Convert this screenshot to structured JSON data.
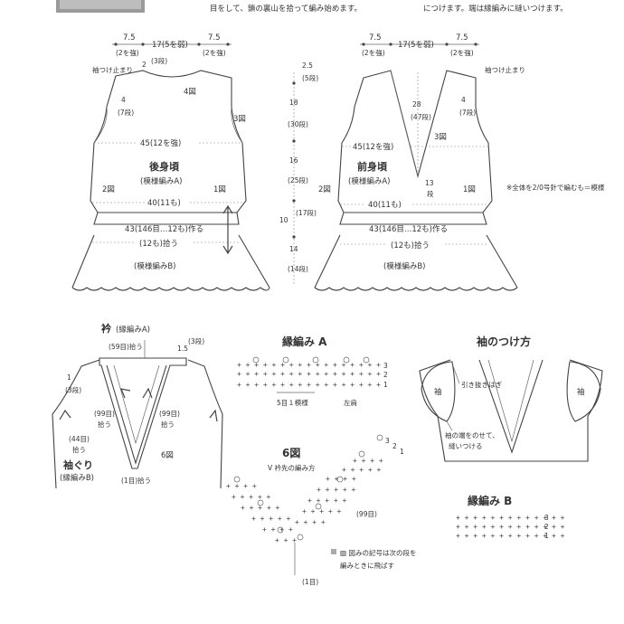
{
  "top_text": {
    "left": "目をして、鎖の裏山を拾って編み始めます。",
    "right": "につけます。端は縁編みに縫いつけます。"
  },
  "back_body": {
    "title": "後身頃",
    "subtitle": "(模様編みA)",
    "shoulder_left": "7.5",
    "shoulder_left_sub": "(2を強)",
    "neck_width": "17(5を弱)",
    "shoulder_right": "7.5",
    "shoulder_right_sub": "(2を強)",
    "neck_rise": "2",
    "neck_rise_rows": "(3段)",
    "shoulder_rows": "4図",
    "armhole_note": "袖つけ止まり",
    "armhole_depth": "4",
    "armhole_rows": "(7段)",
    "fig3": "3図",
    "width_45": "45(12を強)",
    "fig2": "2図",
    "fig1": "1図",
    "width_40": "40(11も)",
    "cast_on": "43(146目…12も)作る",
    "pickup": "(12も)拾う",
    "border": "(模様編みB)"
  },
  "middle_measures": [
    "2.5",
    "(5段)",
    "18",
    "(30段)",
    "16",
    "(25段)",
    "10",
    "(17段)",
    "14",
    "(14段)"
  ],
  "front_body": {
    "title": "前身頃",
    "subtitle": "(模様編みA)",
    "shoulder_left": "7.5",
    "shoulder_left_sub": "(2を強)",
    "neck_width": "17(5を弱)",
    "shoulder_right": "7.5",
    "shoulder_right_sub": "(2を強)",
    "v_depth": "28",
    "v_rows": "(47段)",
    "fig3": "3図",
    "armhole_note": "袖つけ止まり",
    "armhole_depth": "4",
    "armhole_rows": "(7段)",
    "width_45": "45(12を強)",
    "v_tip": "13",
    "v_tip_rows": "段",
    "fig2": "2図",
    "fig1": "1図",
    "width_40": "40(11も)",
    "cast_on": "43(146目…12も)作る",
    "pickup": "(12も)拾う",
    "border": "(模様編みB)"
  },
  "side_note": "※全体を2/0号針で編むも＝模様",
  "collar": {
    "title": "衿",
    "title_sub": "(縁編みA)",
    "pickup_59": "(59目)拾う",
    "h_15": "1.5",
    "h_15_rows": "(3段)",
    "left_1": "1",
    "left_1_rows": "(3段)",
    "pickup_99_left": "(99目)",
    "pickup_99_left2": "拾う",
    "pickup_99_right": "(99目)",
    "pickup_99_right2": "拾う",
    "pickup_44": "(44目)",
    "pickup_44b": "拾う",
    "fig6": "6図",
    "armhole_title": "袖ぐり",
    "armhole_sub": "(縁編みB)",
    "pickup_1": "(1目)拾う"
  },
  "edge_a": {
    "title": "縁編み A",
    "repeat": "5目１模様",
    "left_shoulder": "左肩",
    "rows": [
      "3",
      "2",
      "1"
    ]
  },
  "fig6": {
    "title": "6図",
    "subtitle": "V 衿先の編み方",
    "count": "(99目)",
    "rows": [
      "3",
      "2",
      "1"
    ],
    "note1": "▨ 図みの記号は次の段を",
    "note2": "編みときに飛ばす",
    "bottom": "(1目)"
  },
  "sleeve": {
    "title": "袖のつけ方",
    "sleeve_left": "袖",
    "sleeve_right": "袖",
    "note_top": "引き抜きはぎ",
    "note_bottom1": "袖の端をのせて、",
    "note_bottom2": "縫いつける"
  },
  "edge_b": {
    "title": "縁編み B",
    "rows": [
      "3",
      "2",
      "1"
    ]
  }
}
